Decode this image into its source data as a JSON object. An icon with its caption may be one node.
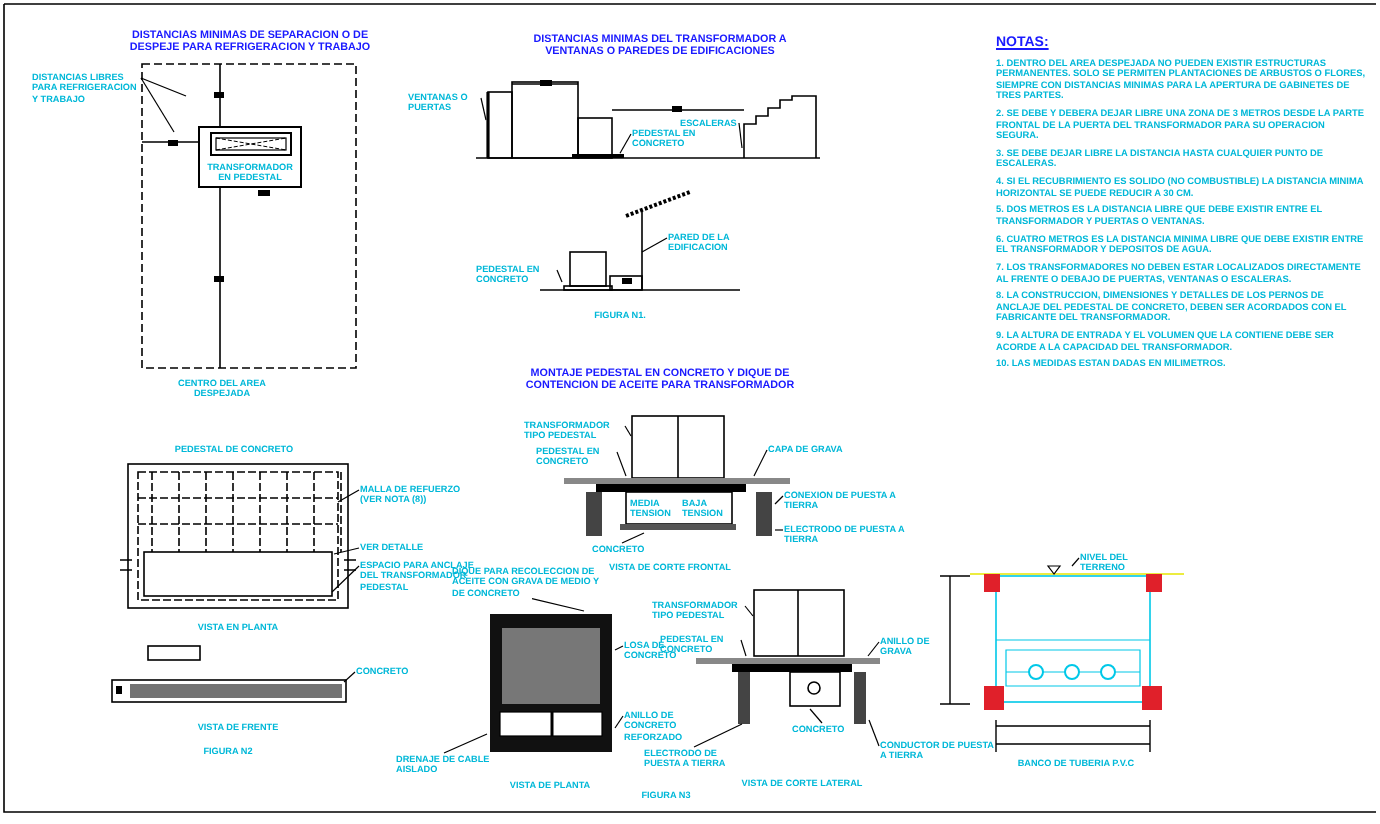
{
  "diagram": {
    "nodes": [
      {
        "text": [
          "DISTANCIAS LIBRES PARA REFRIGERACION Y TRABAJO"
        ]
      },
      {
        "text": [
          "TRANSFORMADOR EN PEDESTAL"
        ],
        "in": 28
      },
      {
        "text": [
          "VENTANAS O PUERTAS"
        ]
      },
      {
        "text": [
          "PEDESTAL EN CONCRETO"
        ],
        "in": 29
      },
      {
        "text": [
          "ESCALERAS"
        ],
        "in": 29
      },
      {
        "text": [
          "PARED DE LA EDIFICACION"
        ],
        "in": 30
      },
      {
        "text": [
          "PEDESTAL EN CONCRETO"
        ]
      },
      {
        "text": [
          "MALLA DE REFUERZO (VER NOTA (8))"
        ]
      },
      {
        "text": [
          "VER DETALLE"
        ]
      },
      {
        "text": [
          "ESPACIO PARA ANCLAJE DEL TRANSFORMADOR PEDESTAL"
        ]
      },
      {
        "text": [
          "CONCRETO"
        ]
      },
      {
        "text": [
          "TRANSFORMADOR TIPO PEDESTAL"
        ]
      },
      {
        "text": [
          "PEDESTAL EN CONCRETO"
        ]
      },
      {
        "text": [
          "CAPA DE GRAVA"
        ]
      },
      {
        "text": [
          "CONEXION DE PUESTA A TIERRA"
        ]
      },
      {
        "text": [
          "ELECTRODO DE PUESTA A TIERRA"
        ]
      },
      {
        "text": [
          "CONCRETO"
        ]
      },
      {
        "text": [
          "DIQUE PARA RECOLECCION DE ACEITE CON GRAVA DE MEDIO Y DE CONCRETO"
        ]
      },
      {
        "text": [
          "LOSA DE CONCRETO"
        ]
      },
      {
        "text": [
          "ANILLO DE CONCRETO REFORZADO"
        ]
      },
      {
        "text": [
          "DRENAJE DE CABLE AISLADO"
        ]
      },
      {
        "text": [
          "TRANSFORMADOR TIPO PEDESTAL"
        ]
      },
      {
        "text": [
          "PEDESTAL EN CONCRETO"
        ]
      },
      {
        "text": [
          "ANILLO DE GRAVA"
        ]
      },
      {
        "text": [
          "ELECTRODO DE PUESTA A TIERRA"
        ]
      },
      {
        "text": [
          "CONCRETO"
        ]
      },
      {
        "text": [
          "CONDUCTOR DE PUESTA A TIERRA"
        ]
      },
      {
        "text": [
          "NIVEL DEL TERRENO"
        ]
      },
      {
        "text": [],
        "shape": "picture",
        "beside": [
          "DISTANCIAS MINIMAS DE SEPARACION O DE DESPEJE PARA REFRIGERACION Y TRABAJO",
          "CENTRO DEL AREA DESPEJADA"
        ]
      },
      {
        "text": [],
        "shape": "picture",
        "beside": [
          "DISTANCIAS MINIMAS DEL TRANSFORMADOR A VENTANAS O PAREDES DE EDIFICACIONES"
        ]
      },
      {
        "text": [],
        "shape": "picture",
        "beside": [
          "FIGURA N1."
        ]
      },
      {
        "text": [],
        "shape": "picture",
        "beside": [
          "PEDESTAL DE CONCRETO",
          "VISTA EN PLANTA"
        ]
      },
      {
        "text": [],
        "shape": "picture",
        "beside": [
          "VISTA DE FRENTE"
        ]
      },
      {
        "text": [],
        "shape": "picture",
        "beside": [
          "MONTAJE PEDESTAL EN CONCRETO Y DIQUE DE CONTENCION DE ACEITE PARA TRANSFORMADOR"
        ]
      },
      {
        "text": [],
        "shape": "picture",
        "beside": [
          "VISTA DE PLANTA"
        ]
      },
      {
        "text": [],
        "shape": "picture"
      },
      {
        "text": [],
        "shape": "picture",
        "beside": [
          "BANCO DE TUBERIA P.V.C"
        ]
      }
    ],
    "edges": [
      {
        "from": 0,
        "to": 28,
        "arrow": "none"
      },
      {
        "from": 0,
        "to": 28,
        "arrow": "none"
      },
      {
        "from": 2,
        "to": 29,
        "arrow": "none"
      },
      {
        "from": 3,
        "to": 29,
        "arrow": "none"
      },
      {
        "from": 4,
        "to": 29,
        "arrow": "none"
      },
      {
        "from": 5,
        "to": 30,
        "arrow": "none"
      },
      {
        "from": 6,
        "to": 30,
        "arrow": "none"
      },
      {
        "from": 7,
        "to": 31,
        "arrow": "none"
      },
      {
        "from": 8,
        "to": 31,
        "arrow": "none"
      },
      {
        "from": 9,
        "to": 31,
        "arrow": "none"
      },
      {
        "from": 10,
        "to": 32,
        "arrow": "none"
      },
      {
        "from": 11,
        "to": 33,
        "arrow": "none"
      },
      {
        "from": 12,
        "to": 33,
        "arrow": "none"
      },
      {
        "from": 13,
        "to": 33,
        "arrow": "none"
      },
      {
        "from": 14,
        "to": 33,
        "arrow": "none"
      },
      {
        "from": 15,
        "to": 33,
        "arrow": "none"
      },
      {
        "from": 16,
        "to": 33,
        "arrow": "none"
      },
      {
        "from": 17,
        "to": 34,
        "arrow": "none"
      },
      {
        "from": 18,
        "to": 34,
        "arrow": "none"
      },
      {
        "from": 19,
        "to": 34,
        "arrow": "none"
      },
      {
        "from": 20,
        "to": 34,
        "arrow": "none"
      },
      {
        "from": 21,
        "to": 35,
        "arrow": "none"
      },
      {
        "from": 22,
        "to": 35,
        "arrow": "none"
      },
      {
        "from": 23,
        "to": 35,
        "arrow": "none"
      },
      {
        "from": 24,
        "to": 35,
        "arrow": "none"
      },
      {
        "from": 25,
        "to": 35,
        "arrow": "none"
      },
      {
        "from": 26,
        "to": 35,
        "arrow": "none"
      },
      {
        "from": 27,
        "to": 36,
        "arrow": "none"
      }
    ],
    "labels": [
      "NOTAS:",
      "1. DENTRO DEL AREA DESPEJADA NO PUEDEN EXISTIR ESTRUCTURAS PERMANENTES. SOLO SE PERMITEN PLANTACIONES DE ARBUSTOS O FLORES, SIEMPRE CON DISTANCIAS MINIMAS PARA LA APERTURA DE GABINETES DE TRES PARTES.",
      "2. SE DEBE Y DEBERA DEJAR LIBRE UNA ZONA DE 3 METROS DESDE LA PARTE FRONTAL DE LA PUERTA DEL TRANSFORMADOR PARA SU OPERACION SEGURA.",
      "3. SE DEBE DEJAR LIBRE LA DISTANCIA HASTA CUALQUIER PUNTO DE ESCALERAS.",
      "4. SI EL RECUBRIMIENTO ES SOLIDO (NO COMBUSTIBLE) LA DISTANCIA MINIMA HORIZONTAL SE PUEDE REDUCIR A 30 CM.",
      "5. DOS METROS ES LA DISTANCIA LIBRE QUE DEBE EXISTIR ENTRE EL TRANSFORMADOR Y PUERTAS O VENTANAS.",
      "6. CUATRO METROS ES LA DISTANCIA MINIMA LIBRE QUE DEBE EXISTIR ENTRE EL TRANSFORMADOR Y DEPOSITOS DE AGUA.",
      "7. LOS TRANSFORMADORES NO DEBEN ESTAR LOCALIZADOS DIRECTAMENTE AL FRENTE O DEBAJO DE PUERTAS, VENTANAS O ESCALERAS.",
      "8. LA CONSTRUCCION, DIMENSIONES Y DETALLES DE LOS PERNOS DE ANCLAJE DEL PEDESTAL DE CONCRETO, DEBEN SER ACORDADOS CON EL FABRICANTE DEL TRANSFORMADOR.",
      "9. LA ALTURA DE ENTRADA Y EL VOLUMEN QUE LA CONTIENE DEBE SER ACORDE A LA CAPACIDAD DEL TRANSFORMADOR.",
      "10. LAS MEDIDAS ESTAN DADAS EN MILIMETROS.",
      "MEDIA TENSION",
      "BAJA TENSION",
      "VISTA DE CORTE FRONTAL",
      "FIGURA N2",
      "VISTA DE CORTE LATERAL",
      "FIGURA N3"
    ]
  }
}
